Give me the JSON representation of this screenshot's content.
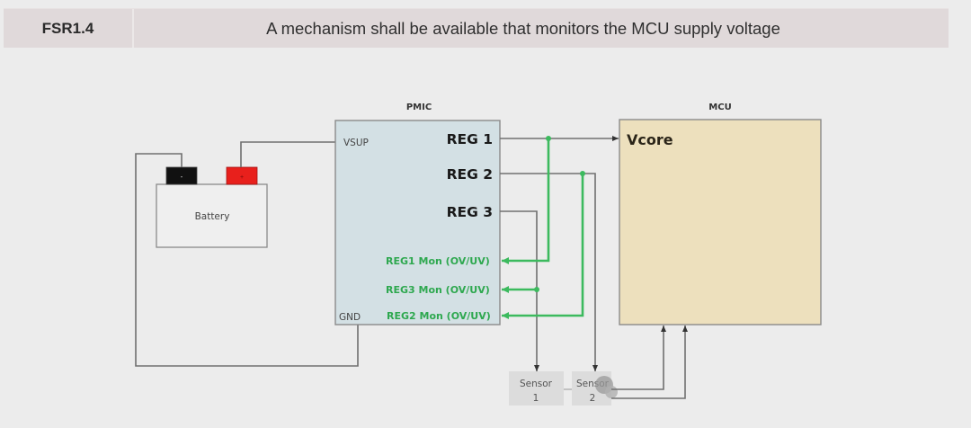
{
  "requirement": {
    "id": "FSR1.4",
    "text": "A mechanism shall be available that monitors the MCU supply voltage"
  },
  "diagram": {
    "battery": {
      "label": "Battery",
      "negative_terminal": "-",
      "positive_terminal": "+"
    },
    "pmic": {
      "title": "PMIC",
      "vsup_label": "VSUP",
      "gnd_label": "GND",
      "outputs": [
        "REG 1",
        "REG 2",
        "REG 3"
      ],
      "monitors": [
        "REG1 Mon (OV/UV)",
        "REG3 Mon (OV/UV)",
        "REG2 Mon (OV/UV)"
      ]
    },
    "mcu": {
      "title": "MCU",
      "input_label": "Vcore"
    },
    "sensors": [
      {
        "line1": "Sensor",
        "line2": "1"
      },
      {
        "line1": "Sensor",
        "line2": "2"
      }
    ],
    "colors": {
      "pmic_fill": "#d3e0e4",
      "mcu_fill": "#ede0bd",
      "monitor_green": "#3cba5e",
      "battery_positive": "#e8201c",
      "battery_negative": "#111111"
    }
  }
}
